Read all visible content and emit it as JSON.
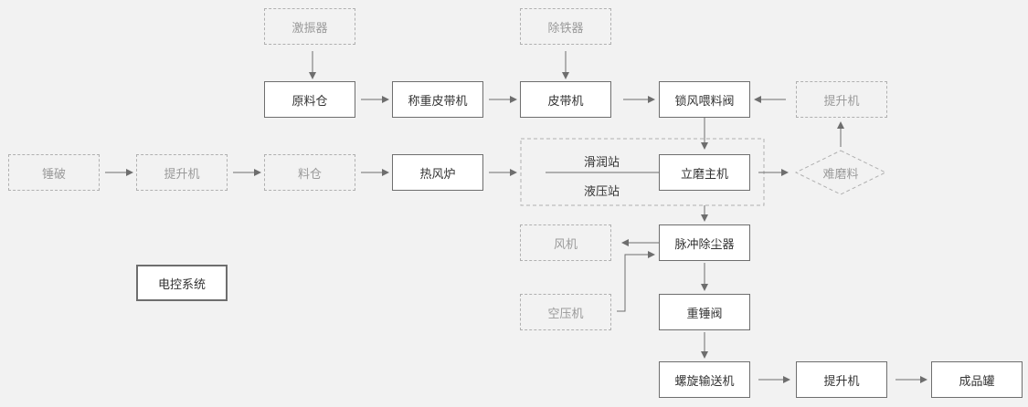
{
  "nodes": {
    "jizhenqi": "激振器",
    "chutieqi": "除铁器",
    "yuanliaocang": "原料仓",
    "chengzhongpidaiji": "称重皮带机",
    "pidaiji": "皮带机",
    "suofengweiliaofa": "锁风喂料阀",
    "tishengji_top": "提升机",
    "chuipo": "锤破",
    "tishengji_left": "提升机",
    "liaocang": "料仓",
    "refenglu": "热风炉",
    "limozhuji": "立磨主机",
    "nanmoliao": "难磨料",
    "fengji": "风机",
    "maichongchuchenqi": "脉冲除尘器",
    "diankongxitong": "电控系统",
    "kongyaji": "空压机",
    "zhongchuifa": "重锤阀",
    "luoxuanshusongji": "螺旋输送机",
    "tishengji_bottom": "提升机",
    "chengpinguan": "成品罐"
  },
  "labels": {
    "huarunzhan": "滑润站",
    "yeyazhan": "液压站"
  }
}
